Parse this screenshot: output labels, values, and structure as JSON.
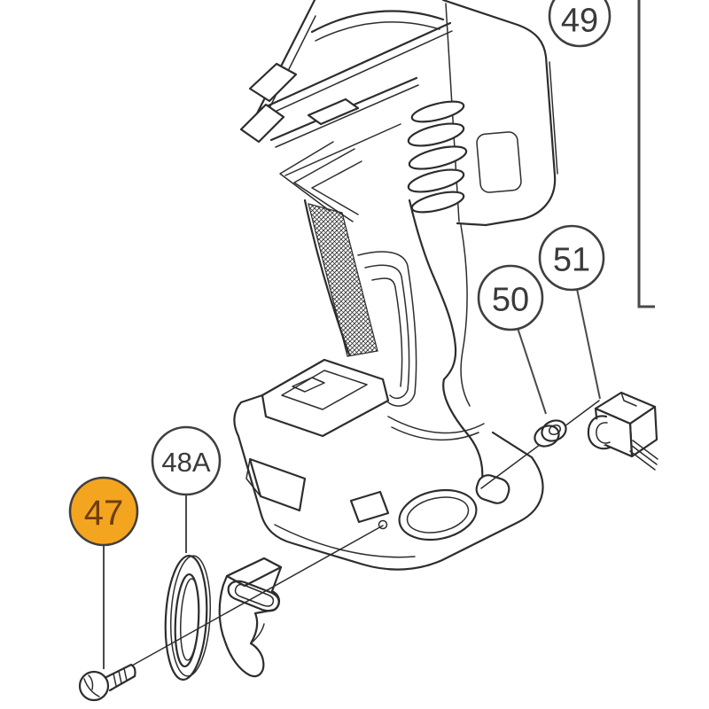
{
  "callouts": [
    {
      "label": "49",
      "fill": "#ffffff",
      "text_color": "#3a3a3a",
      "highlighted": false
    },
    {
      "label": "51",
      "fill": "#ffffff",
      "text_color": "#3a3a3a",
      "highlighted": false
    },
    {
      "label": "50",
      "fill": "#ffffff",
      "text_color": "#3a3a3a",
      "highlighted": false
    },
    {
      "label": "48A",
      "fill": "#ffffff",
      "text_color": "#3a3a3a",
      "highlighted": false
    },
    {
      "label": "47",
      "fill": "#f4a51f",
      "text_color": "#6e3d10",
      "highlighted": true
    }
  ],
  "colors": {
    "background": "#ffffff",
    "line": "#2d2d2d",
    "leader": "#4a4a4a",
    "highlight": "#f4a51f"
  }
}
